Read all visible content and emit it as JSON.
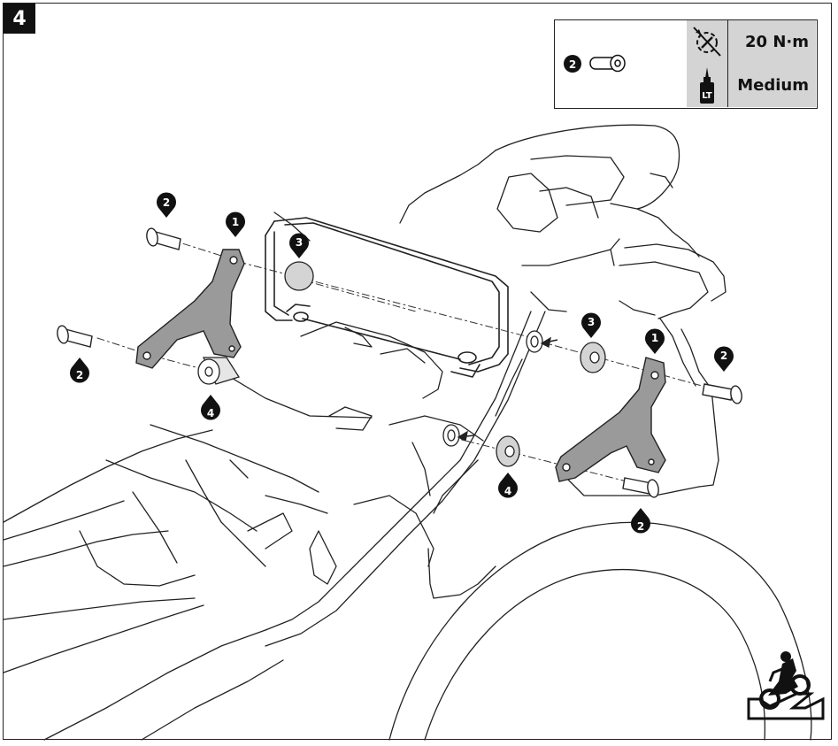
{
  "step": {
    "number": "4"
  },
  "specs": {
    "part_callout": "2",
    "torque": "20 N·m",
    "threadlocker": "Medium",
    "threadlocker_icon_label": "LT",
    "torque_icon": "torque-wrench-icon",
    "threadlocker_icon": "threadlocker-bottle-icon"
  },
  "callouts": {
    "bracket_left": "1",
    "bracket_right": "1",
    "bolt_left_top": "2",
    "bolt_left_bottom": "2",
    "bolt_right_top": "2",
    "bolt_right_bottom": "2",
    "spacer_left": "3",
    "spacer_right": "3",
    "bushing_left": "4",
    "bushing_right": "4"
  },
  "corner_icon": "rider-motorcycle-icon"
}
